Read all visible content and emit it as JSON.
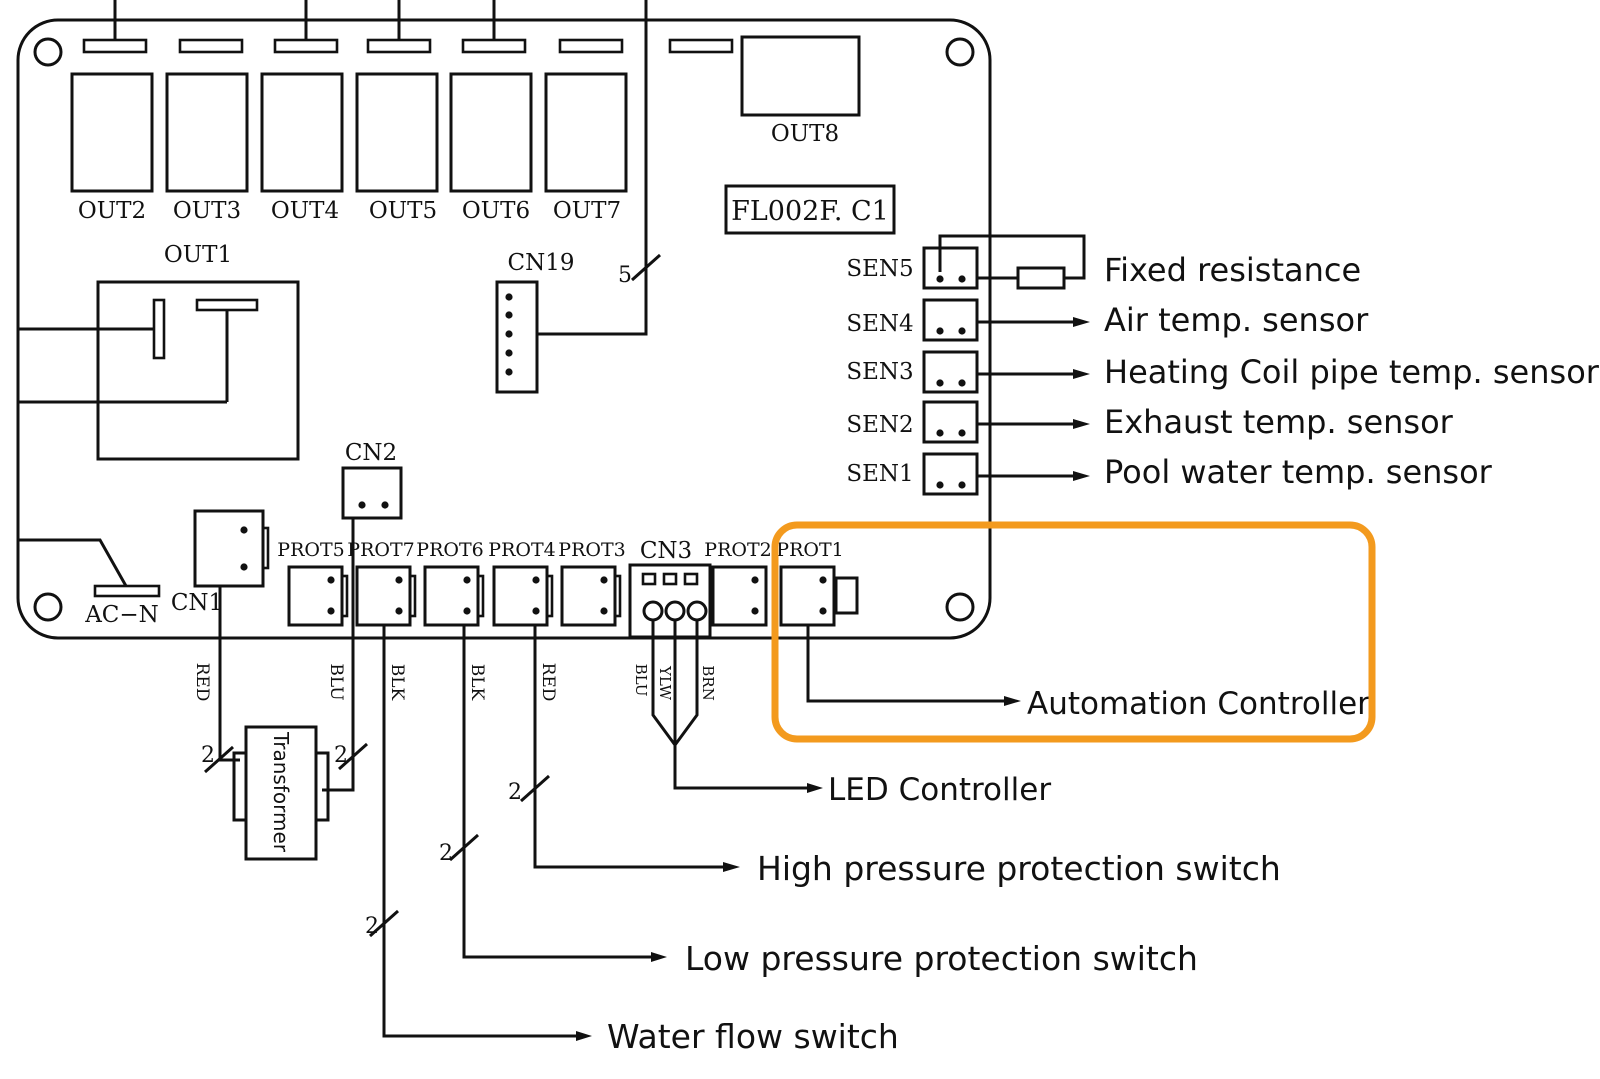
{
  "board": {
    "model": "FL002F. C1",
    "relays": [
      "OUT2",
      "OUT3",
      "OUT4",
      "OUT5",
      "OUT6",
      "OUT7"
    ],
    "out8": "OUT8",
    "out1": "OUT1",
    "cn19": "CN19",
    "cn19_count": "5",
    "cn2": "CN2",
    "cn1": "CN1",
    "acn": "AC−N",
    "prot": [
      "PROT5",
      "PROT7",
      "PROT6",
      "PROT4",
      "PROT3"
    ],
    "cn3": "CN3",
    "prot2": "PROT2",
    "prot1": "PROT1",
    "sensors": [
      "SEN5",
      "SEN4",
      "SEN3",
      "SEN2",
      "SEN1"
    ]
  },
  "sensor_labels": [
    "Fixed resistance",
    "Air temp. sensor",
    "Heating Coil pipe temp. sensor",
    "Exhaust temp. sensor",
    "Pool water temp. sensor"
  ],
  "wires": {
    "red1": "RED",
    "blu1": "BLU",
    "blk1": "BLK",
    "blk2": "BLK",
    "red2": "RED",
    "blu2": "BLU",
    "ylw": "YLW",
    "brn": "BRN"
  },
  "counts": {
    "c1": "2",
    "c2": "2",
    "c3": "2",
    "c4": "2",
    "c5": "2"
  },
  "transformer": "Transformer",
  "labels": {
    "automation": "Automation Controller",
    "led": "LED Controller",
    "high_pressure": "High pressure protection switch",
    "low_pressure": "Low pressure protection switch",
    "water_flow": "Water flow switch"
  },
  "colors": {
    "highlight": "#f39a1e",
    "line": "#111111"
  }
}
